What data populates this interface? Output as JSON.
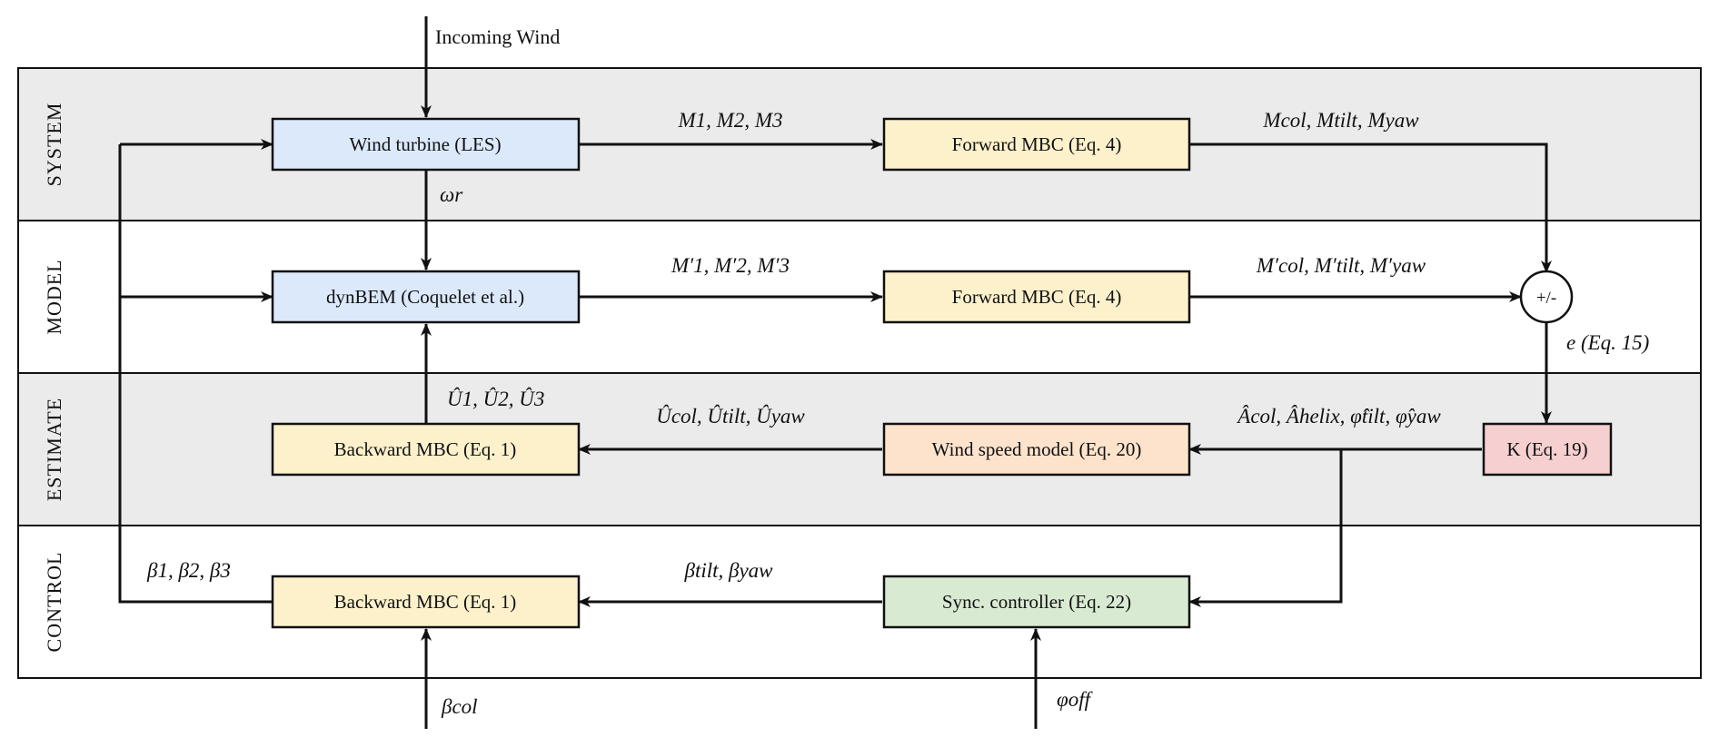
{
  "bands": {
    "system": "SYSTEM",
    "model": "MODEL",
    "estimate": "ESTIMATE",
    "control": "CONTROL"
  },
  "blocks": {
    "wind_turbine": "Wind turbine (LES)",
    "forward_mbc_system": "Forward MBC (Eq. 4)",
    "dynbem": "dynBEM (Coquelet et al.)",
    "forward_mbc_model": "Forward MBC (Eq. 4)",
    "backward_mbc_estimate": "Backward MBC (Eq. 1)",
    "wind_speed_model": "Wind speed model (Eq. 20)",
    "k_gain": "K (Eq. 19)",
    "backward_mbc_control": "Backward MBC (Eq. 1)",
    "sync_controller": "Sync. controller (Eq. 22)",
    "sum_junction": "+/-"
  },
  "signals": {
    "incoming_wind": "Incoming Wind",
    "blade_moments": "M1, M2, M3",
    "mbc_moments": "Mcol, Mtilt, Myaw",
    "rotor_speed": "ωr",
    "model_blade_moments": "M′1, M′2, M′3",
    "model_mbc_moments": "M′col, M′tilt, M′yaw",
    "error": "e (Eq. 15)",
    "blade_wind_speeds": "Û1, Û2, Û3",
    "mbc_wind_speeds": "Ûcol, Ûtilt, Ûyaw",
    "estimated_states": "Âcol, Âhelix, φ̂tilt, φ̂yaw",
    "blade_pitch": "β1, β2, β3",
    "tilt_yaw_pitch": "βtilt, βyaw",
    "collective_pitch": "βcol",
    "phase_offset": "φoff"
  },
  "colors": {
    "band_shaded": "#ebebeb",
    "band_white": "#ffffff",
    "block_blue": "#dce9fb",
    "block_yellow": "#fdf1cc",
    "block_orange": "#fde3cc",
    "block_red": "#f6cfd0",
    "block_green": "#d9ead3",
    "line": "#111111"
  }
}
